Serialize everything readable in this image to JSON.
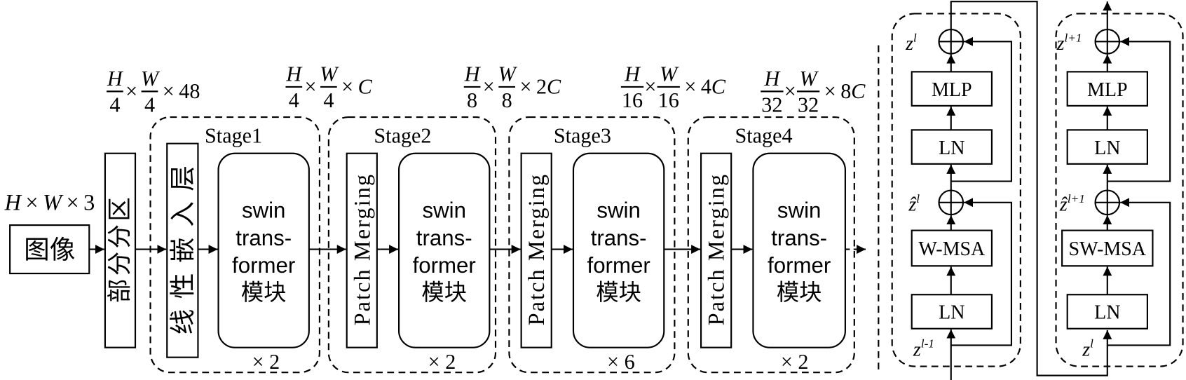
{
  "colors": {
    "line": "#000000",
    "dark_block": "#808080",
    "light_block": "#d9d9d9",
    "background": "#ffffff"
  },
  "input": {
    "h": "H",
    "times": "×",
    "w": "W",
    "channels": "3"
  },
  "image_box": "图像",
  "patch_partition": "部分分区",
  "linear_embedding": "线性嵌入层",
  "dims": [
    {
      "h_num": "H",
      "h_den": "4",
      "times": "×",
      "w_num": "W",
      "w_den": "4",
      "tail_num": "48"
    },
    {
      "h_num": "H",
      "h_den": "4",
      "times": "×",
      "w_num": "W",
      "w_den": "4",
      "tail_var": "C"
    },
    {
      "h_num": "H",
      "h_den": "8",
      "times": "×",
      "w_num": "W",
      "w_den": "8",
      "tail_num": "2",
      "tail_var": "C"
    },
    {
      "h_num": "H",
      "h_den": "16",
      "times": "×",
      "w_num": "W",
      "w_den": "16",
      "tail_num": "4",
      "tail_var": "C"
    },
    {
      "h_num": "H",
      "h_den": "32",
      "times": "×",
      "w_num": "W",
      "w_den": "32",
      "tail_num": "8",
      "tail_var": "C"
    }
  ],
  "stages": [
    {
      "title": "Stage1",
      "repeat": "× 2",
      "block": [
        "swin",
        "trans-",
        "former",
        "模块"
      ]
    },
    {
      "title": "Stage2",
      "merge": "Patch Merging",
      "repeat": "× 2",
      "block": [
        "swin",
        "trans-",
        "former",
        "模块"
      ]
    },
    {
      "title": "Stage3",
      "merge": "Patch Merging",
      "repeat": "× 6",
      "block": [
        "swin",
        "trans-",
        "former",
        "模块"
      ]
    },
    {
      "title": "Stage4",
      "merge": "Patch Merging",
      "repeat": "× 2",
      "block": [
        "swin",
        "trans-",
        "former",
        "模块"
      ]
    }
  ],
  "blocks": [
    {
      "mlp": "MLP",
      "ln_top": "LN",
      "attn": "W-MSA",
      "ln_bottom": "LN",
      "z_out": {
        "base": "z",
        "sup": "l"
      },
      "z_mid": {
        "base": "ẑ",
        "sup": "l"
      },
      "z_in": {
        "base": "z",
        "sup": "l-1"
      }
    },
    {
      "mlp": "MLP",
      "ln_top": "LN",
      "attn": "SW-MSA",
      "ln_bottom": "LN",
      "z_out": {
        "base": "z",
        "sup": "l+1"
      },
      "z_mid": {
        "base": "ẑ",
        "sup": "l+1"
      },
      "z_in": {
        "base": "z",
        "sup": "l"
      }
    }
  ]
}
